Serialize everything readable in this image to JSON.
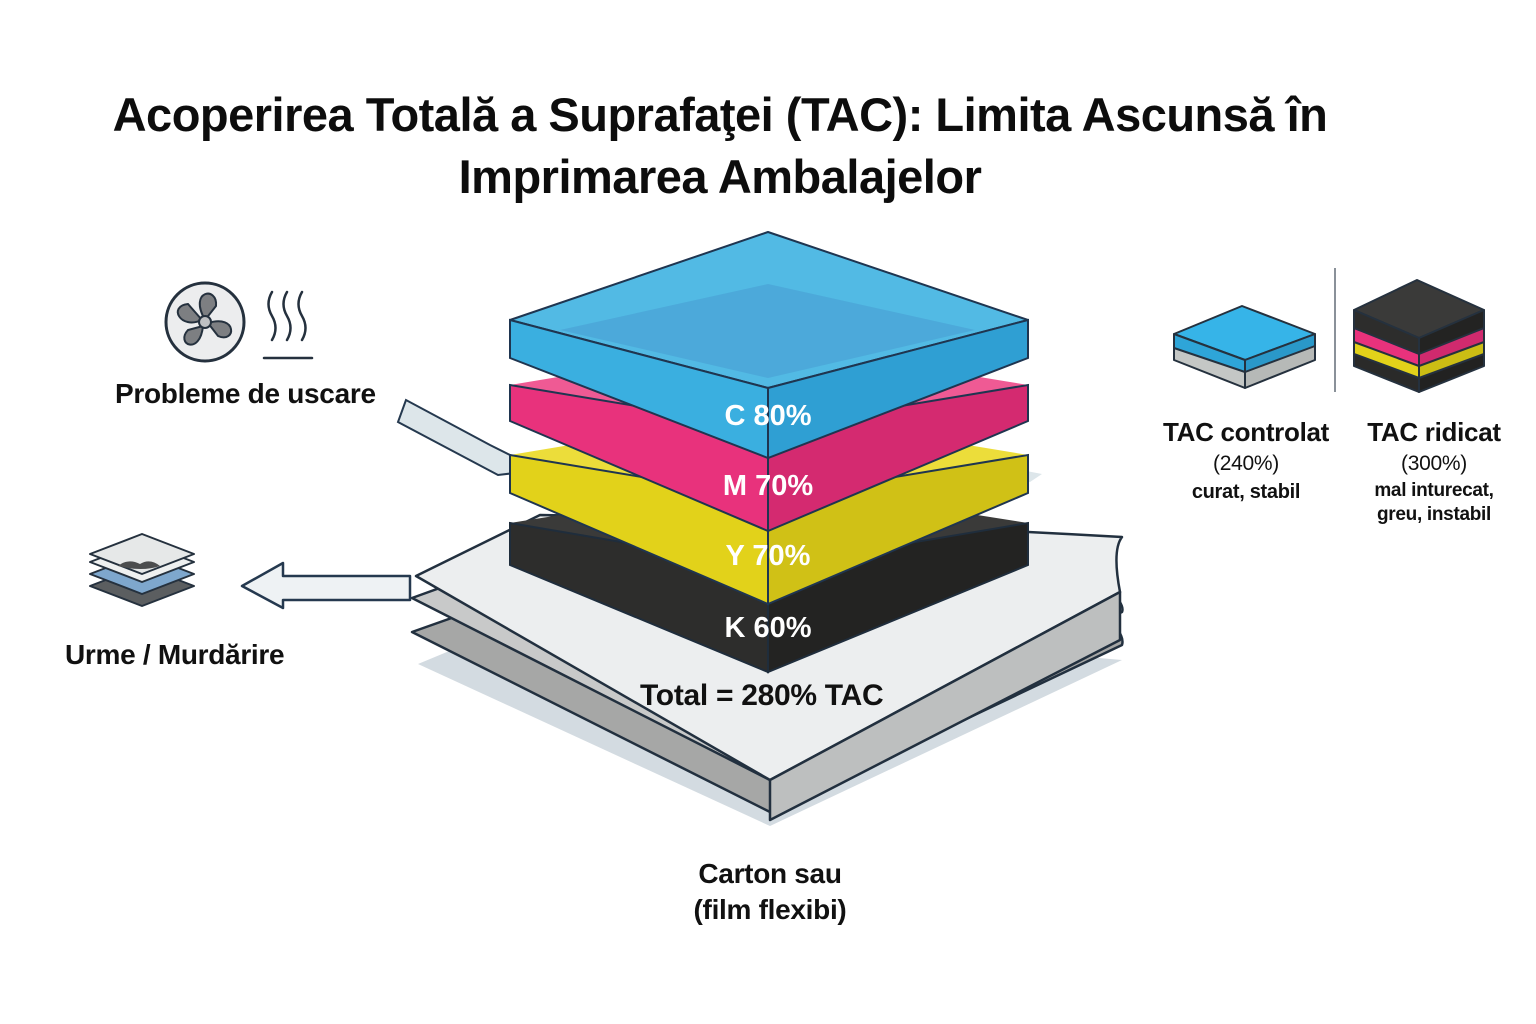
{
  "title": {
    "line1": "Acoperirea Totală a Suprafaţei (TAC): Limita Ascunsă în",
    "line2": "Imprimarea Ambalajelor"
  },
  "issues": {
    "drying": "Probleme de uscare",
    "smudge": "Urme / Murdărire"
  },
  "layers": [
    {
      "label": "C 80%",
      "ink": "cyan",
      "value": 80
    },
    {
      "label": "M 70%",
      "ink": "magenta",
      "value": 70
    },
    {
      "label": "Y 70%",
      "ink": "yellow",
      "value": 70
    },
    {
      "label": "K 60%",
      "ink": "black",
      "value": 60
    }
  ],
  "total": "Total = 280% TAC",
  "substrate": {
    "line1": "Carton sau",
    "line2": "(film flexibi)"
  },
  "comparison": {
    "controlled": {
      "title": "TAC controlat",
      "value": "(240%)",
      "desc": "curat, stabil"
    },
    "high": {
      "title": "TAC ridicat",
      "value": "(300%)",
      "desc1": "mal inturecat,",
      "desc2": "greu, instabil"
    }
  },
  "colors": {
    "cyan": "#3aafe0",
    "magenta": "#e8327c",
    "yellow": "#e2d21a",
    "black": "#2d2d2c",
    "outline": "#1f3550"
  }
}
